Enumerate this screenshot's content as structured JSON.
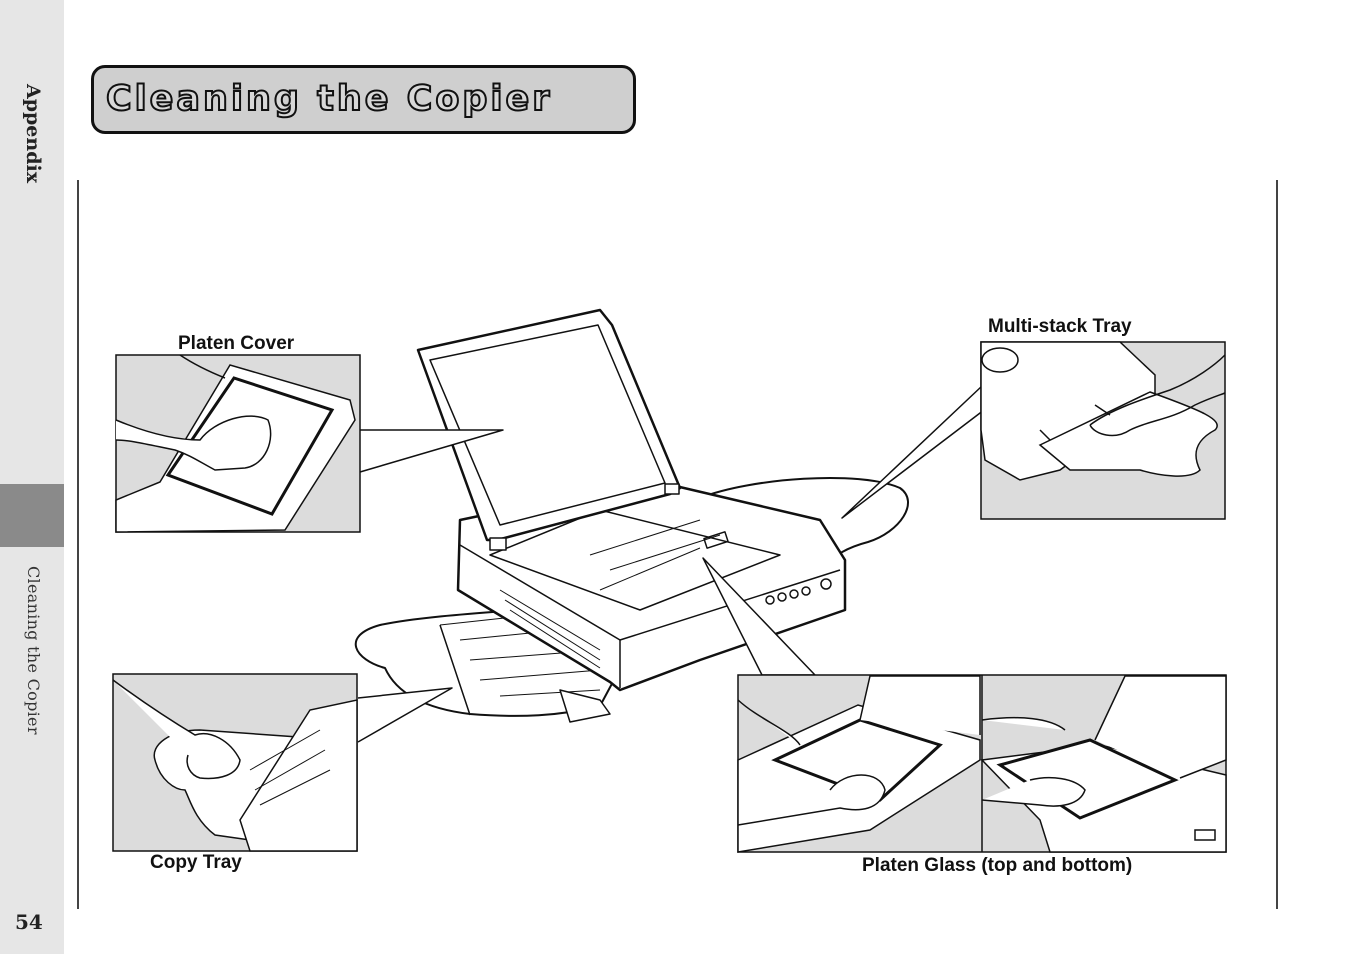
{
  "sidebar": {
    "section": "Appendix",
    "topic": "Cleaning the Copier",
    "page_number": "54"
  },
  "title": "Cleaning the Copier",
  "captions": {
    "platen_cover": "Platen Cover",
    "multi_stack_tray": "Multi-stack Tray",
    "copy_tray": "Copy Tray",
    "platen_glass": "Platen Glass (top and bottom)"
  },
  "colors": {
    "sidebar_bg": "#e6e6e6",
    "sidebar_marker": "#8a8a8a",
    "title_fill": "#cfcfcf",
    "figure_shade": "#dcdcdc"
  }
}
